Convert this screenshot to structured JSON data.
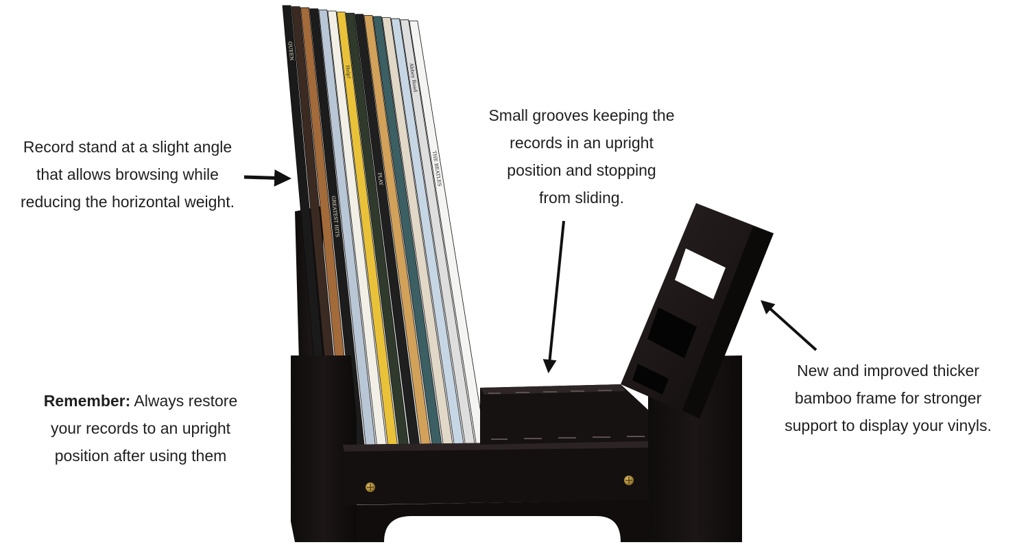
{
  "callouts": {
    "angle": {
      "lines": [
        "Record stand at a slight angle",
        "that allows browsing while",
        "reducing the horizontal weight."
      ]
    },
    "grooves": {
      "lines": [
        "Small grooves keeping the",
        "records in an upright",
        "position and stopping",
        "from sliding."
      ]
    },
    "frame": {
      "lines": [
        "New and improved thicker",
        "bamboo frame for stronger",
        "support to display your vinyls."
      ]
    },
    "remember": {
      "label": "Remember:",
      "line1_rest": " Always restore",
      "lines": [
        "your records to an upright",
        "position after using them"
      ]
    }
  },
  "colors": {
    "frame": "#141111",
    "frame_highlight": "#2a2424",
    "screw": "#b8953a",
    "text": "#1f1f1f",
    "arrow": "#111111",
    "record_spines": [
      "#1a1a1a",
      "#3a2a22",
      "#a36a3a",
      "#1c1c1c",
      "#b9c6d6",
      "#f1efe6",
      "#e9c23a",
      "#2f3a2c",
      "#1f1f1f",
      "#d2a15a",
      "#3b5f63",
      "#e1d8c8",
      "#c7d6e4",
      "#dedede",
      "#f4f4f2"
    ]
  },
  "record_spine_texts": [
    "QUEEN",
    "GREATEST HITS",
    "Help!",
    "PLAY",
    "Abbey Road",
    "THE BEATLES"
  ]
}
